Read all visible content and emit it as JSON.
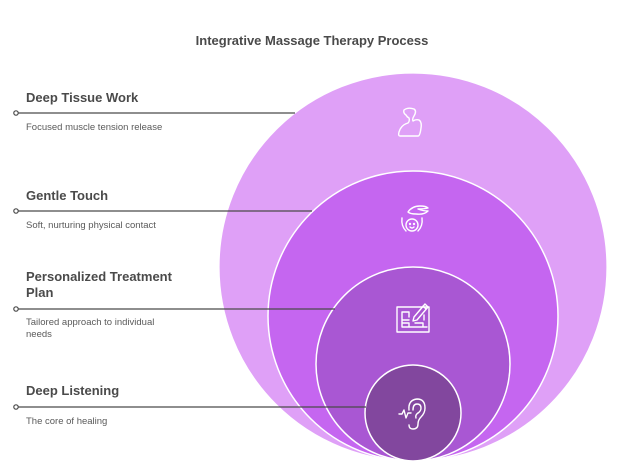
{
  "title": "Integrative Massage Therapy Process",
  "layers": [
    {
      "heading": "Deep Tissue Work",
      "description": "Focused muscle tension release",
      "icon": "flexed-arm-icon",
      "color": "#dfa0f7"
    },
    {
      "heading": "Gentle Touch",
      "description": "Soft, nurturing physical contact",
      "icon": "hand-over-head-icon",
      "color": "#c566f0"
    },
    {
      "heading": "Personalized Treatment Plan",
      "description": "Tailored approach to individual needs",
      "icon": "plan-with-pencil-icon",
      "color": "#a957d3"
    },
    {
      "heading": "Deep Listening",
      "description": "The core of healing",
      "icon": "ear-listening-icon",
      "color": "#82479e"
    }
  ],
  "colors": {
    "line": "#4a4a4a",
    "circle_stroke": "#ffffff",
    "icon_stroke": "#ffffff"
  }
}
